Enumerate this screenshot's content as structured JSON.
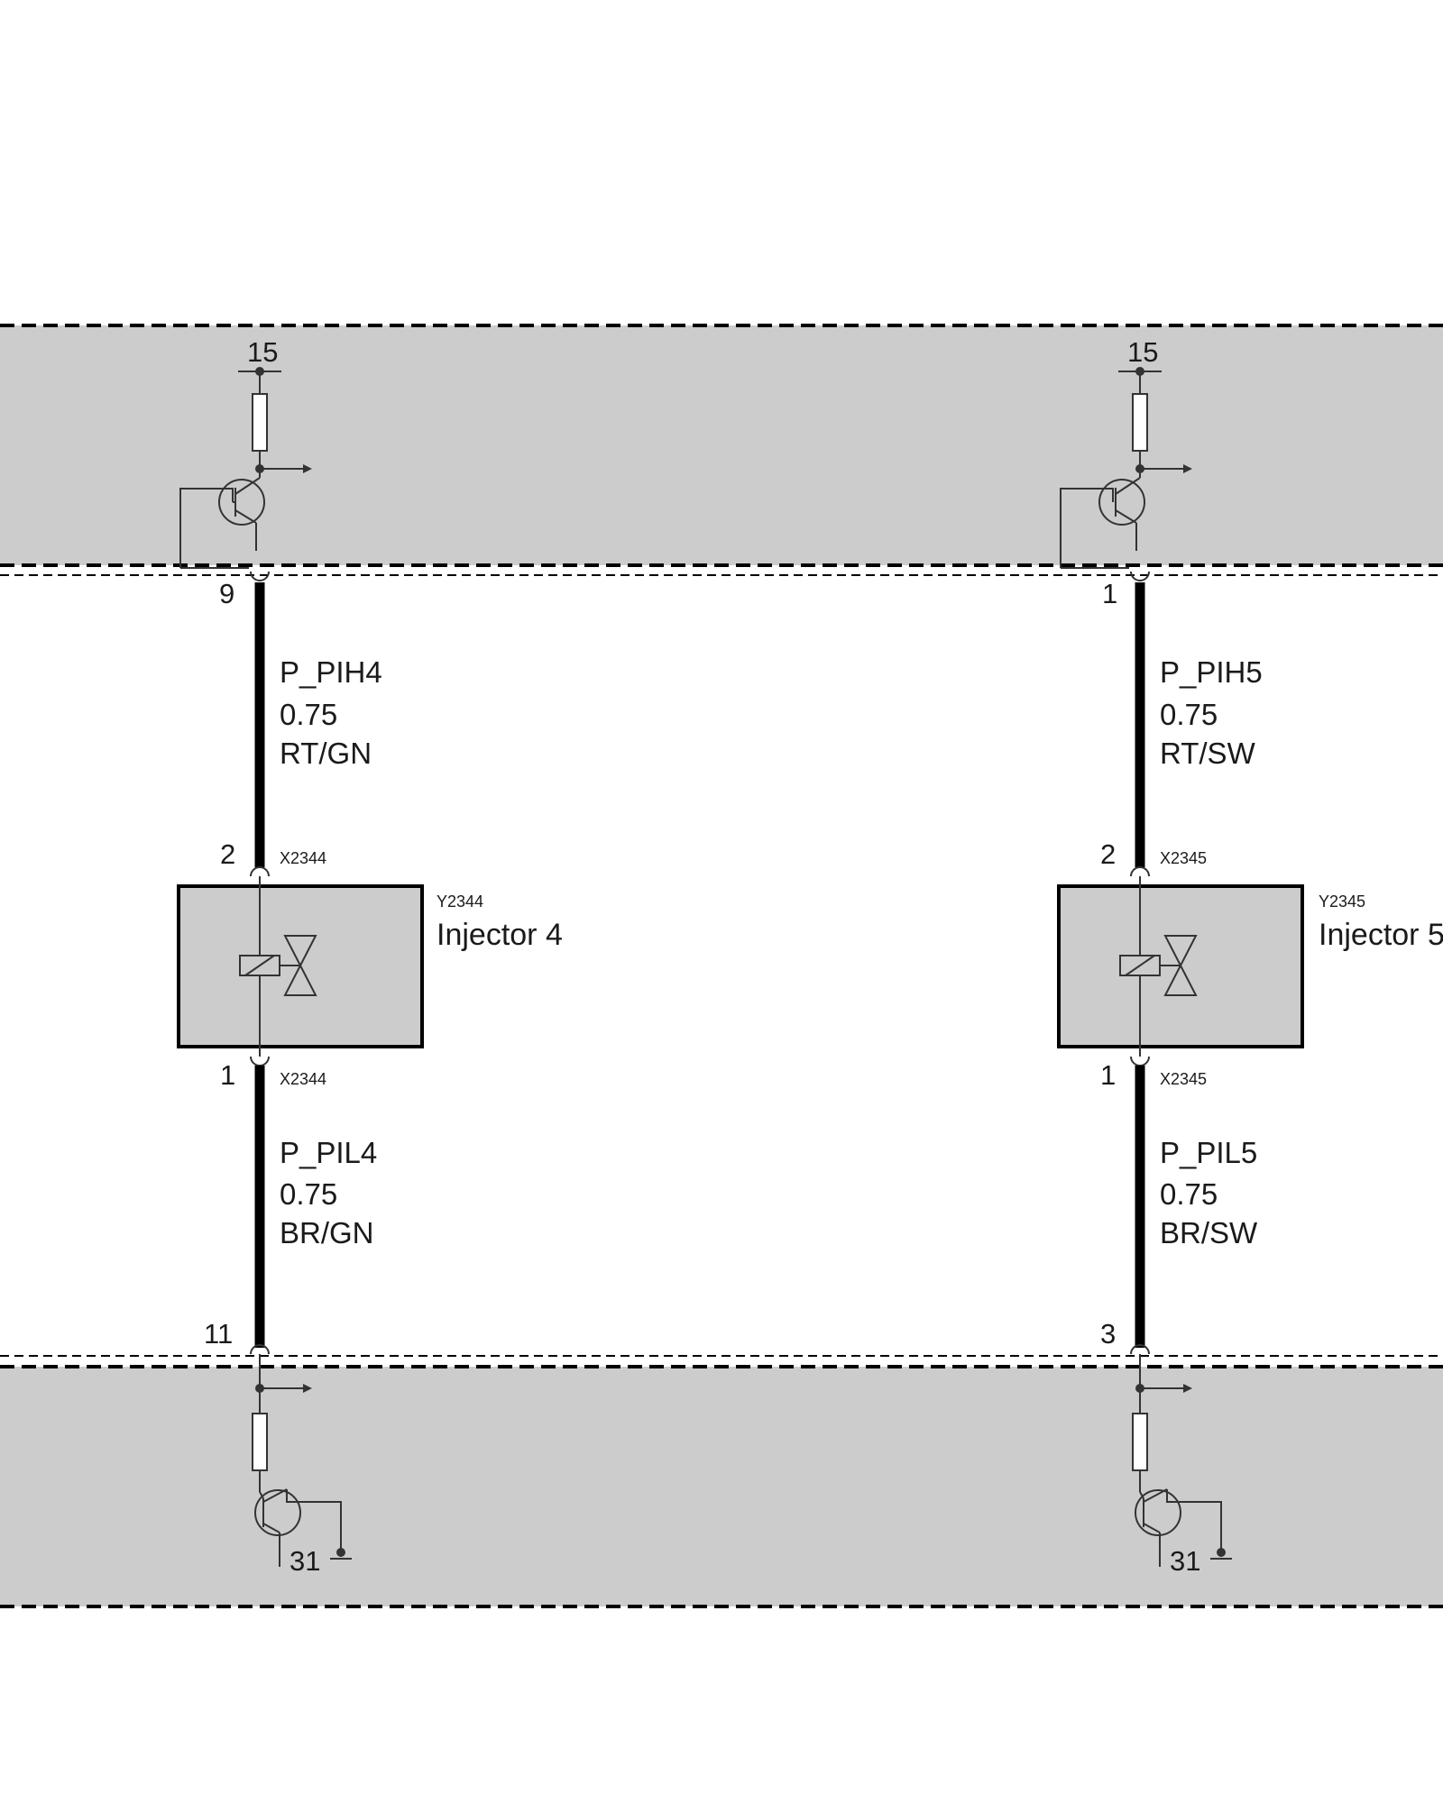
{
  "colors": {
    "module_fill": "#cccccc",
    "wire": "#000000",
    "background": "#ffffff"
  },
  "channels": [
    {
      "top_supply": "15",
      "ecu_pin_high": "9",
      "high_wire": {
        "name": "P_PIH4",
        "size": "0.75",
        "color": "RT/GN"
      },
      "connector_top_pin": "2",
      "connector_top": "X2344",
      "component_id": "Y2344",
      "component_name": "Injector 4",
      "connector_bottom_pin": "1",
      "connector_bottom": "X2344",
      "low_wire": {
        "name": "P_PIL4",
        "size": "0.75",
        "color": "BR/GN"
      },
      "ecu_pin_low": "11",
      "bottom_ground": "31"
    },
    {
      "top_supply": "15",
      "ecu_pin_high": "1",
      "high_wire": {
        "name": "P_PIH5",
        "size": "0.75",
        "color": "RT/SW"
      },
      "connector_top_pin": "2",
      "connector_top": "X2345",
      "component_id": "Y2345",
      "component_name": "Injector 5",
      "connector_bottom_pin": "1",
      "connector_bottom": "X2345",
      "low_wire": {
        "name": "P_PIL5",
        "size": "0.75",
        "color": "BR/SW"
      },
      "ecu_pin_low": "3",
      "bottom_ground": "31"
    }
  ]
}
